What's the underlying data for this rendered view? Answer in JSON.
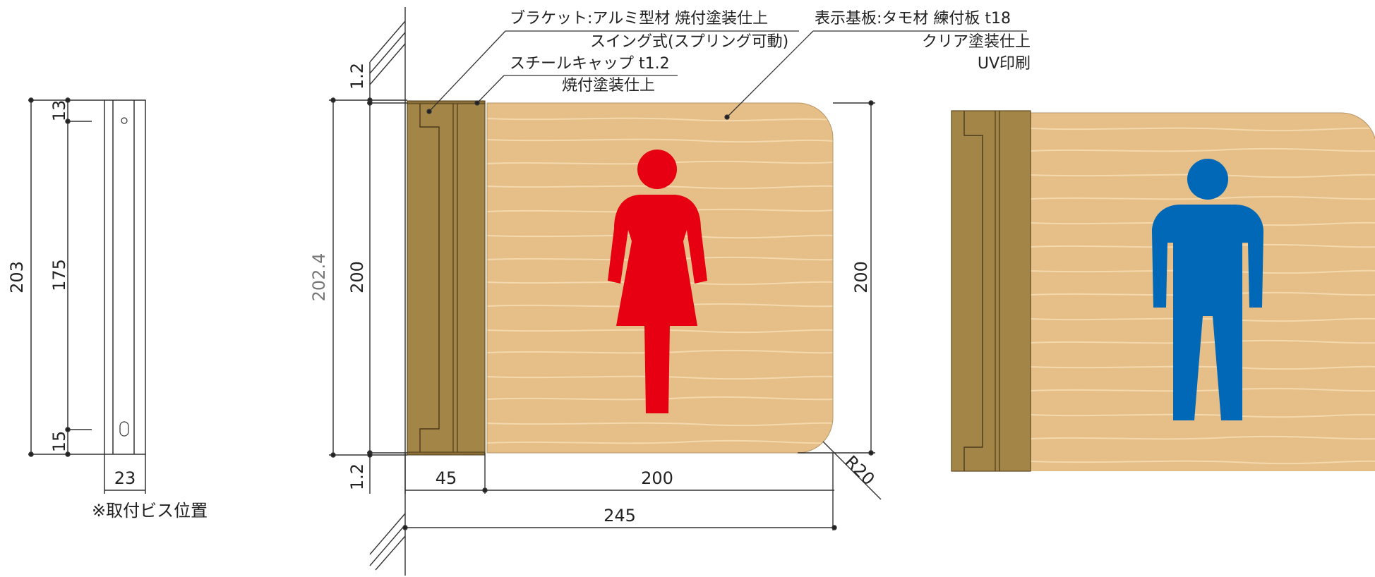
{
  "callouts": {
    "bracket_line1": "ブラケット:アルミ型材 焼付塗装仕上",
    "bracket_line2": "スイング式(スプリング可動)",
    "cap_line1": "スチールキャップ t1.2",
    "cap_line2": "焼付塗装仕上",
    "board_line1": "表示基板:タモ材 練付板 t18",
    "board_line2": "クリア塗装仕上",
    "board_line3": "UV印刷"
  },
  "bracket_detail": {
    "overall": "203",
    "top": "13",
    "middle": "175",
    "bottom": "15",
    "width": "23",
    "note": "※取付ビス位置"
  },
  "side_view": {
    "overall_height": "202.4",
    "board_height": "200",
    "cap_top": "1.2",
    "cap_bottom": "1.2",
    "bracket_width": "45",
    "board_width": "200",
    "total_width": "245",
    "right_height": "200",
    "corner_radius": "R20"
  },
  "colors": {
    "wood": "#e6bf88",
    "grain": "#f3d9ad",
    "bracket": "#a38548",
    "female_icon": "#e60012",
    "male_icon": "#0068b7"
  },
  "icons": {
    "left_sign": "female-pictogram-icon",
    "right_sign": "male-pictogram-icon"
  }
}
